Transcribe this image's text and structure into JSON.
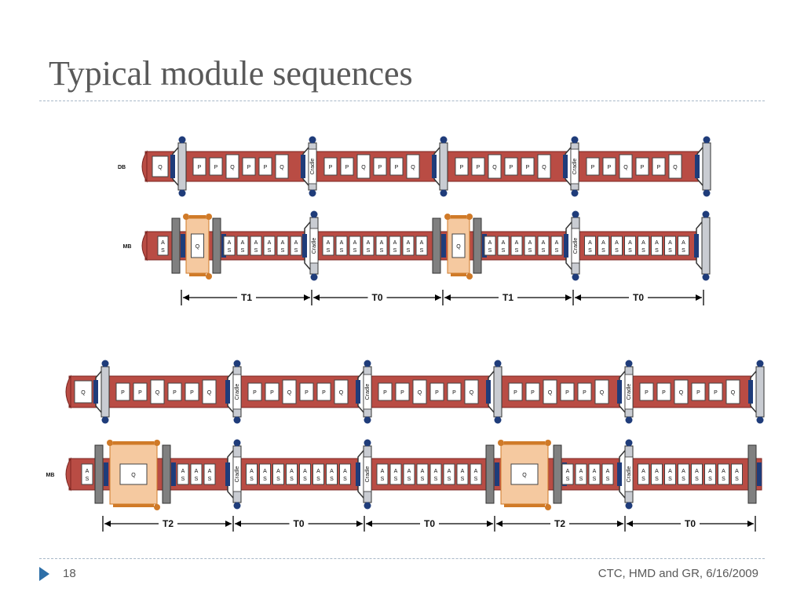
{
  "slide": {
    "title": "Typical module sequences",
    "page_number": "18",
    "footer": "CTC, HMD and GR, 6/16/2009"
  },
  "colors": {
    "beam": "#b94c44",
    "beam_edge": "#7a2520",
    "flange": "#c9ccd2",
    "flange_edge": "#333333",
    "blue_bar": "#1f3c7a",
    "node": "#1f3c7a",
    "q_frame": "#f5c9a0",
    "q_frame_edge": "#d07a28",
    "grey_cap": "#808080",
    "title": "#595959",
    "footer_marker": "#2e6fa8"
  },
  "diagram": {
    "top": {
      "db_label": "DB",
      "mb_label": "MB",
      "db_cells": [
        "Q",
        "P",
        "P",
        "Q",
        "P",
        "P",
        "Q",
        "P",
        "P",
        "Q",
        "P",
        "P",
        "Q",
        "P",
        "P",
        "Q",
        "P",
        "P",
        "Q",
        "P",
        "P",
        "Q",
        "P",
        "P",
        "Q"
      ],
      "cradle_label": "Cradle",
      "timing": [
        "T1",
        "T0",
        "T1",
        "T0"
      ]
    },
    "bottom": {
      "mb_label": "MB",
      "cradle_label": "Cradle",
      "timing": [
        "T2",
        "T0",
        "T0",
        "T2",
        "T0"
      ]
    },
    "cell_labels": {
      "a": "A",
      "s": "S",
      "q": "Q",
      "p": "P"
    }
  }
}
